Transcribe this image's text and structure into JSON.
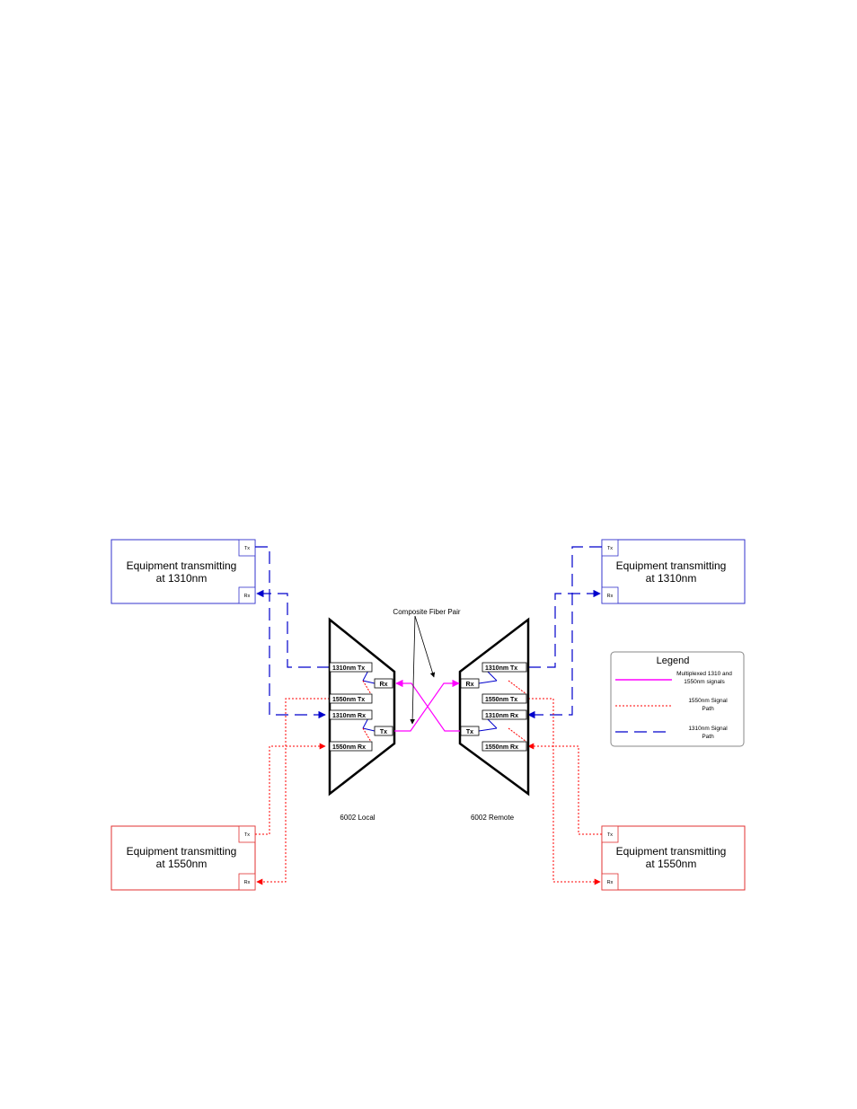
{
  "equipment": {
    "top_left": {
      "line1": "Equipment transmitting",
      "line2": "at 1310nm",
      "tx": "Tx",
      "rx": "Rx"
    },
    "top_right": {
      "line1": "Equipment transmitting",
      "line2": "at 1310nm",
      "tx": "Tx",
      "rx": "Rx"
    },
    "bottom_left": {
      "line1": "Equipment transmitting",
      "line2": "at 1550nm",
      "tx": "Tx",
      "rx": "Rx"
    },
    "bottom_right": {
      "line1": "Equipment transmitting",
      "line2": "at 1550nm",
      "tx": "Tx",
      "rx": "Rx"
    }
  },
  "local": {
    "label": "6002 Local",
    "ports": {
      "tx1310": "1310nm Tx",
      "tx1550": "1550nm Tx",
      "rx1310": "1310nm Rx",
      "rx1550": "1550nm Rx",
      "rx": "Rx",
      "tx": "Tx"
    }
  },
  "remote": {
    "label": "6002 Remote",
    "ports": {
      "tx1310": "1310nm Tx",
      "tx1550": "1550nm Tx",
      "rx1310": "1310nm Rx",
      "rx1550": "1550nm Rx",
      "rx": "Rx",
      "tx": "Tx"
    }
  },
  "composite_label": "Composite Fiber Pair",
  "legend": {
    "title": "Legend",
    "items": [
      {
        "line1": "Multiplexed 1310 and",
        "line2": "1550nm signals",
        "color": "#ff00ff"
      },
      {
        "line1": "1550nm Signal",
        "line2": "Path",
        "color": "#ff0000"
      },
      {
        "line1": "1310nm Signal",
        "line2": "Path",
        "color": "#0000cc"
      }
    ]
  },
  "colors": {
    "blue": "#0000cc",
    "red": "#ff0000",
    "magenta": "#ff00ff",
    "box_blue": "#3333cc",
    "box_red": "#e03030"
  }
}
